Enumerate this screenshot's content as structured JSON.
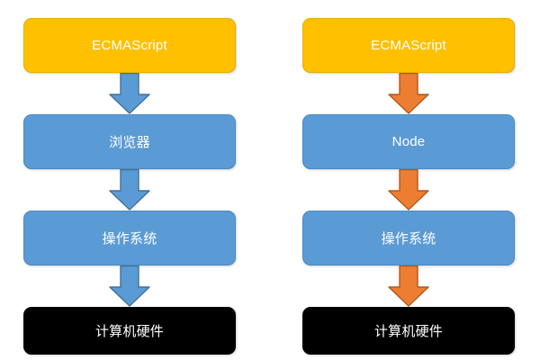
{
  "diagram": {
    "description": "Two stacked runtime diagrams showing ECMAScript running on a browser stack and on a Node stack",
    "colors": {
      "gold_box": "#FFC000",
      "blue_box": "#5B9BD5",
      "black_box": "#000000",
      "left_arrow": "#5B9BD5",
      "left_arrow_border": "#41719C",
      "right_arrow": "#ED7D31",
      "right_arrow_border": "#AE5A21",
      "text": "#FFFFFF"
    },
    "columns": [
      {
        "name": "browser-stack",
        "arrow_color": "#5B9BD5",
        "nodes": [
          {
            "label": "ECMAScript",
            "type": "gold"
          },
          {
            "label": "浏览器",
            "type": "blue"
          },
          {
            "label": "操作系统",
            "type": "blue"
          },
          {
            "label": "计算机硬件",
            "type": "black"
          }
        ]
      },
      {
        "name": "node-stack",
        "arrow_color": "#ED7D31",
        "nodes": [
          {
            "label": "ECMAScript",
            "type": "gold"
          },
          {
            "label": "Node",
            "type": "blue"
          },
          {
            "label": "操作系统",
            "type": "blue"
          },
          {
            "label": "计算机硬件",
            "type": "black"
          }
        ]
      }
    ]
  }
}
